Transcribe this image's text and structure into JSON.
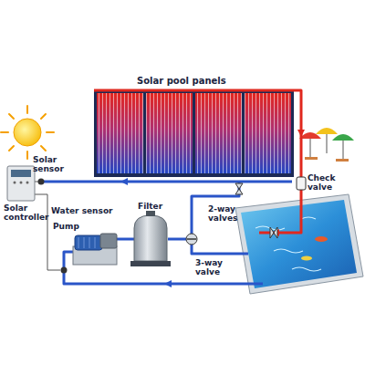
{
  "diagram": {
    "labels": [
      "Solar pool panels",
      "Solar sensor",
      "Solar controller",
      "Water sensor",
      "Filter",
      "Pump",
      "3-way valve",
      "2-way valves",
      "Check valve"
    ]
  }
}
